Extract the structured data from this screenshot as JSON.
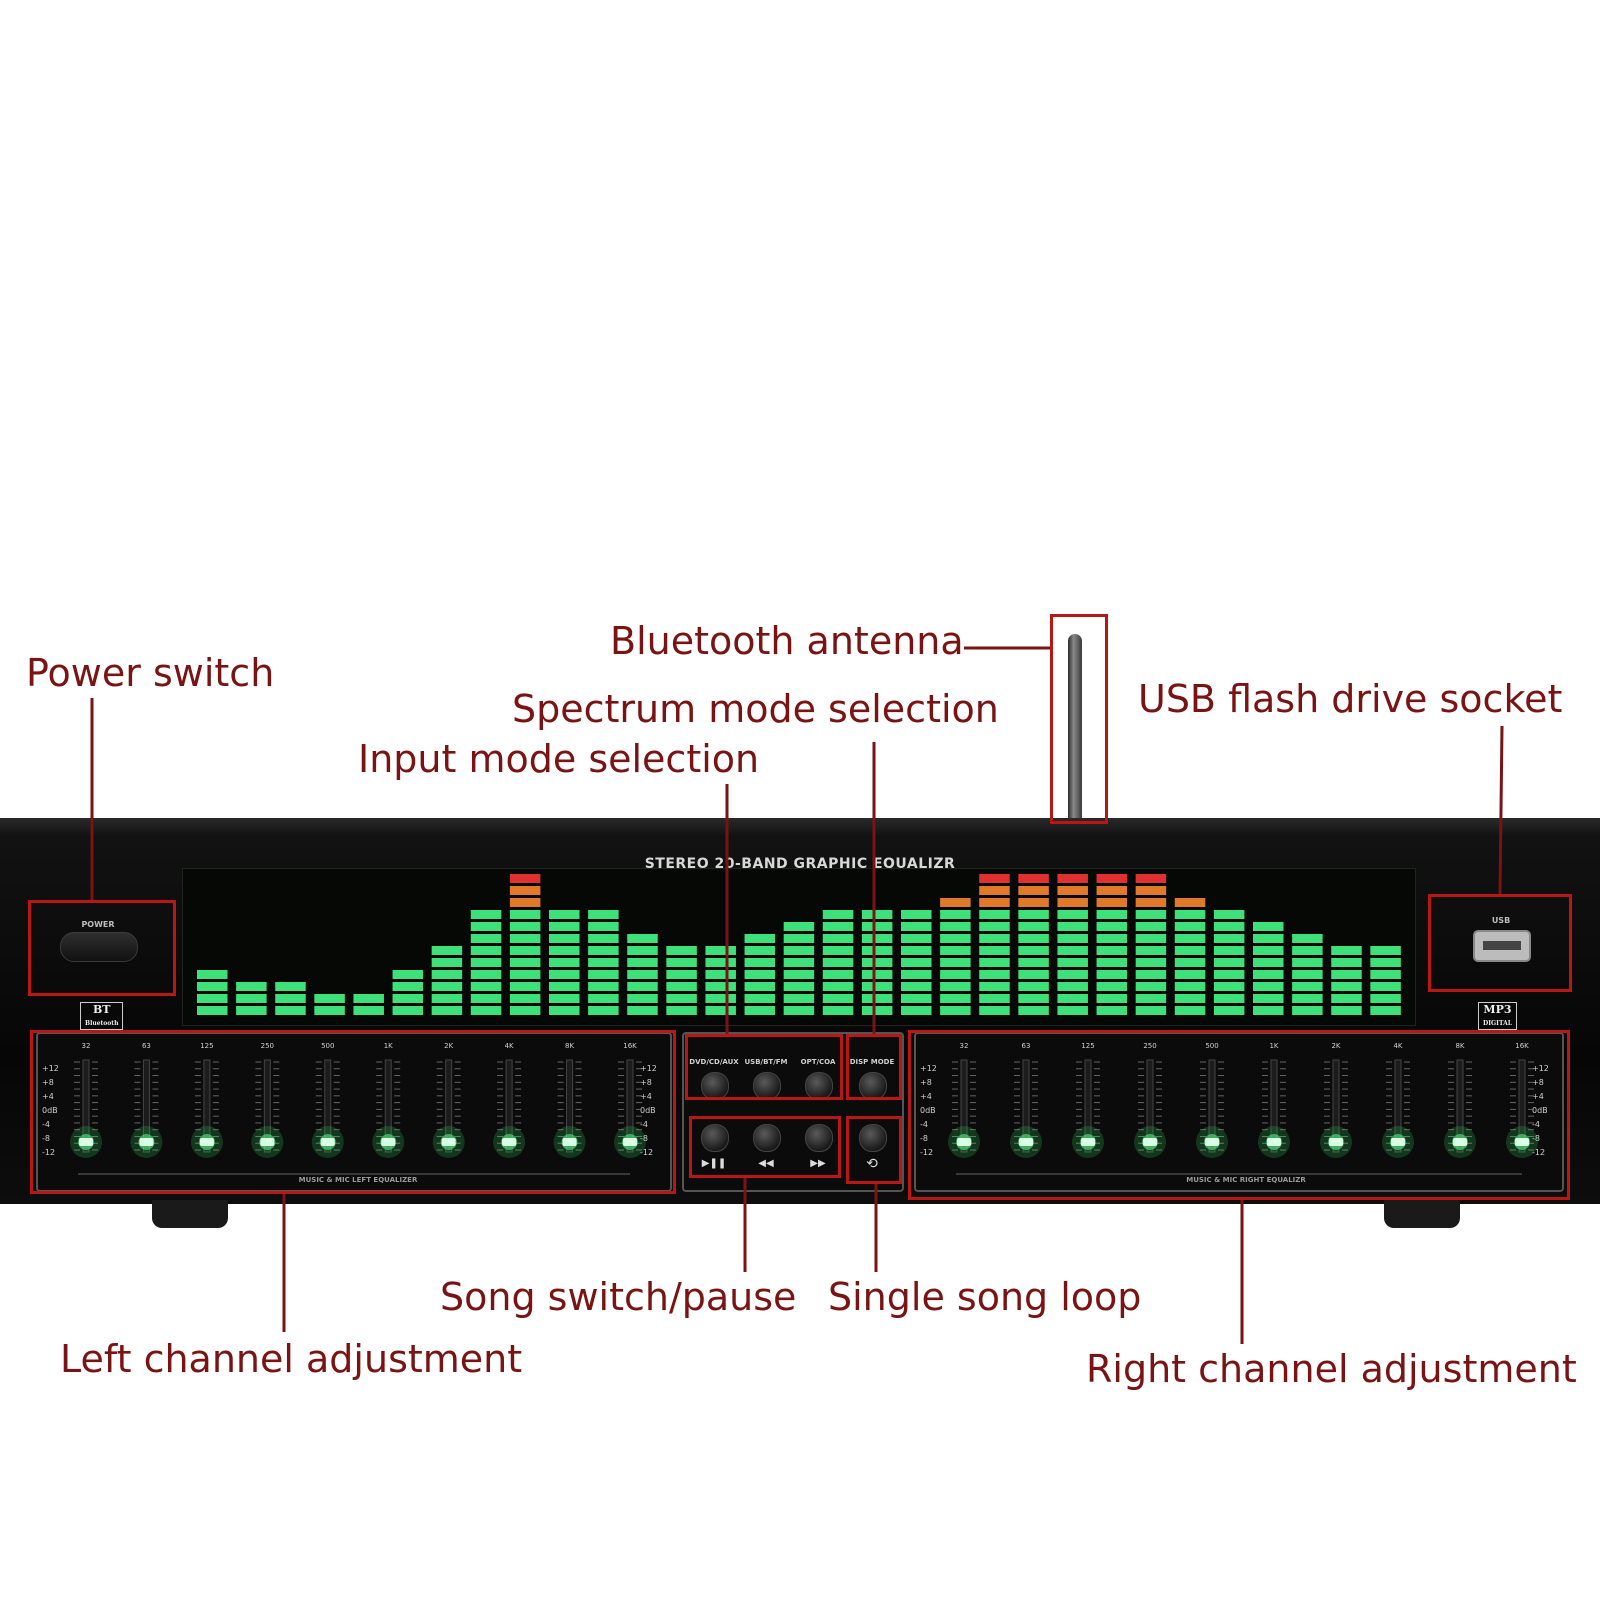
{
  "callouts": {
    "power_switch": "Power switch",
    "bluetooth_antenna": "Bluetooth antenna",
    "usb_socket": "USB flash drive socket",
    "spectrum_mode": "Spectrum mode selection",
    "input_mode": "Input mode selection",
    "song_switch": "Song switch/pause",
    "single_loop": "Single song loop",
    "left_channel": "Left channel adjustment",
    "right_channel": "Right channel adjustment"
  },
  "device": {
    "title": "STEREO 20-BAND GRAPHIC EQUALIZR",
    "power_label": "POWER",
    "usb_label": "USB",
    "bt_badge": "BT",
    "bt_sub": "Bluetooth",
    "mp3_badge": "MP3",
    "mp3_sub": "DIGITAL",
    "left_caption": "MUSIC & MIC LEFT EQUALIZER",
    "right_caption": "MUSIC & MIC RIGHT EQUALIZR",
    "input_labels": [
      "DVD/CD/AUX",
      "USB/BT/FM",
      "OPT/COA"
    ],
    "disp_mode": "DISP MODE",
    "transport_symbols": [
      "▶❚❚",
      "◀◀",
      "▶▶",
      "⟲"
    ],
    "freq_bands": [
      "32",
      "63",
      "125",
      "250",
      "500",
      "1K",
      "2K",
      "4K",
      "8K",
      "16K"
    ],
    "db_scale": [
      "+12",
      "+8",
      "+4",
      "0dB",
      "-4",
      "-8",
      "-12"
    ]
  },
  "spectrum": {
    "levels": [
      4,
      3,
      3,
      2,
      2,
      4,
      6,
      9,
      12,
      9,
      9,
      7,
      6,
      6,
      7,
      8,
      9,
      9,
      9,
      10,
      12,
      12,
      12,
      12,
      12,
      10,
      9,
      8,
      7,
      6,
      6
    ],
    "max_level": 12,
    "green": "#3ee07a",
    "orange": "#e07a2a",
    "red": "#e03030"
  },
  "accent": "#b91616",
  "label_color": "#7a1414"
}
